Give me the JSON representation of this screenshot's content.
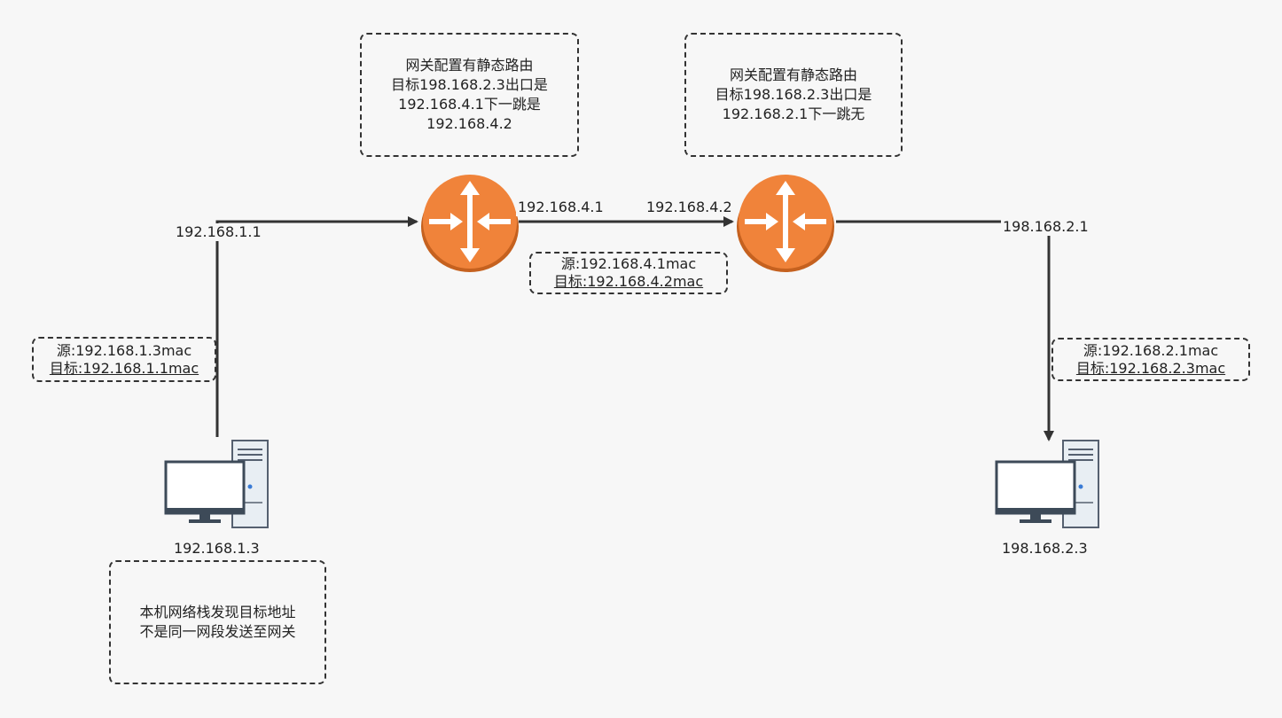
{
  "notes": {
    "router1": [
      "网关配置有静态路由",
      "目标198.168.2.3出口是",
      "192.168.4.1下一跳是",
      "192.168.4.2"
    ],
    "router2": [
      "网关配置有静态路由",
      "目标198.168.2.3出口是",
      "192.168.2.1下一跳无"
    ],
    "host": [
      "本机网络栈发现目标地址",
      "不是同一网段发送至网关"
    ]
  },
  "mac_boxes": {
    "left": {
      "src": "源:192.168.1.3mac",
      "dst": "目标:192.168.1.1mac"
    },
    "middle": {
      "src": "源:192.168.4.1mac",
      "dst": "目标:192.168.4.2mac"
    },
    "right": {
      "src": "源:192.168.2.1mac",
      "dst": "目标:192.168.2.3mac"
    }
  },
  "ip_labels": {
    "gateway_left": "192.168.1.1",
    "router1_out": "192.168.4.1",
    "router2_in": "192.168.4.2",
    "gateway_right": "198.168.2.1",
    "host_left": "192.168.1.3",
    "host_right": "198.168.2.3"
  },
  "colors": {
    "router": "#f0833a",
    "router_dark": "#c5611f",
    "line": "#333333"
  }
}
